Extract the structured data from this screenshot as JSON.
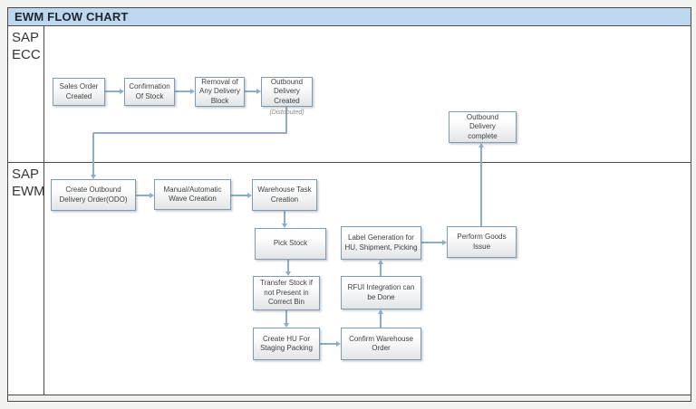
{
  "title": "EWM FLOW CHART",
  "lanes": [
    {
      "id": "ecc",
      "label": "SAP\nECC"
    },
    {
      "id": "ewm",
      "label": "SAP\nEWM"
    }
  ],
  "annotation": "(Distributed)",
  "colors": {
    "title_bar_bg": "#bdd7ee",
    "frame_border": "#4a4a4a",
    "box_border": "#7f9cb4",
    "box_fill_top": "#fefefe",
    "box_fill_bottom": "#e2e4e6",
    "connector": "#8badcb",
    "box_text": "#3f3f3f",
    "title_text": "#1f2430",
    "annotation_text": "#8a8a8a"
  },
  "nodes": [
    {
      "id": "sales-order",
      "lane": "ecc",
      "label": "Sales Order\nCreated"
    },
    {
      "id": "confirmation-of-stock",
      "lane": "ecc",
      "label": "Confirmation\nOf Stock"
    },
    {
      "id": "removal-delivery-block",
      "lane": "ecc",
      "label": "Removal of\nAny Delivery\nBlock"
    },
    {
      "id": "outbound-delivery-created",
      "lane": "ecc",
      "label": "Outbound\nDelivery\nCreated"
    },
    {
      "id": "outbound-delivery-complete",
      "lane": "ecc",
      "label": "Outbound\nDelivery\ncomplete"
    },
    {
      "id": "create-odo",
      "lane": "ewm",
      "label": "Create Outbound\nDelivery Order(ODO)"
    },
    {
      "id": "wave-creation",
      "lane": "ewm",
      "label": "Manual/Automatic\nWave Creation"
    },
    {
      "id": "warehouse-task-creation",
      "lane": "ewm",
      "label": "Warehouse Task\nCreation"
    },
    {
      "id": "pick-stock",
      "lane": "ewm",
      "label": "Pick Stock"
    },
    {
      "id": "label-generation",
      "lane": "ewm",
      "label": "Label Generation for\nHU, Shipment, Picking"
    },
    {
      "id": "perform-goods-issue",
      "lane": "ewm",
      "label": "Perform Goods\nIssue"
    },
    {
      "id": "transfer-stock",
      "lane": "ewm",
      "label": "Transfer Stock if\nnot Present in\nCorrect Bin"
    },
    {
      "id": "rfui-integration",
      "lane": "ewm",
      "label": "RFUI Integration can\nbe Done"
    },
    {
      "id": "create-hu",
      "lane": "ewm",
      "label": "Create HU For\nStaging Packing"
    },
    {
      "id": "confirm-warehouse-order",
      "lane": "ewm",
      "label": "Confirm Warehouse\nOrder"
    }
  ],
  "edges": [
    {
      "from": "sales-order",
      "to": "confirmation-of-stock"
    },
    {
      "from": "confirmation-of-stock",
      "to": "removal-delivery-block"
    },
    {
      "from": "removal-delivery-block",
      "to": "outbound-delivery-created"
    },
    {
      "from": "outbound-delivery-created",
      "to": "create-odo"
    },
    {
      "from": "create-odo",
      "to": "wave-creation"
    },
    {
      "from": "wave-creation",
      "to": "warehouse-task-creation"
    },
    {
      "from": "warehouse-task-creation",
      "to": "pick-stock"
    },
    {
      "from": "pick-stock",
      "to": "transfer-stock"
    },
    {
      "from": "transfer-stock",
      "to": "create-hu"
    },
    {
      "from": "create-hu",
      "to": "confirm-warehouse-order"
    },
    {
      "from": "confirm-warehouse-order",
      "to": "rfui-integration"
    },
    {
      "from": "rfui-integration",
      "to": "label-generation"
    },
    {
      "from": "label-generation",
      "to": "perform-goods-issue"
    },
    {
      "from": "perform-goods-issue",
      "to": "outbound-delivery-complete"
    }
  ]
}
